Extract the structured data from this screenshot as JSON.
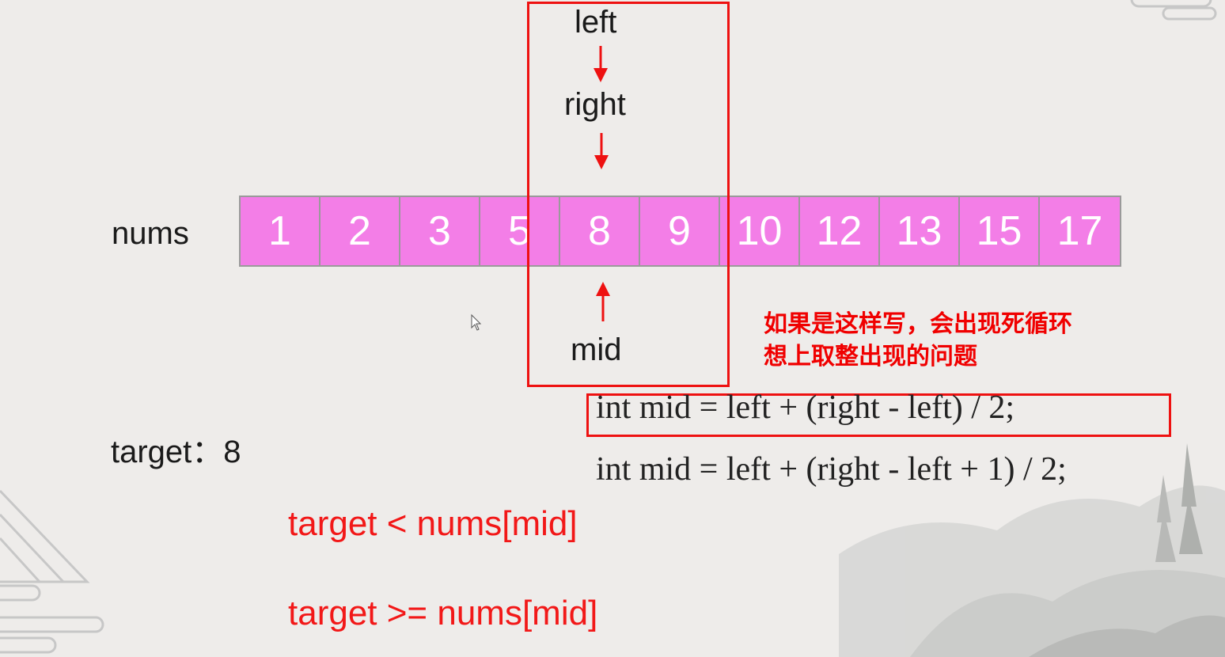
{
  "array": {
    "label": "nums",
    "values": [
      "1",
      "2",
      "3",
      "5",
      "8",
      "9",
      "10",
      "12",
      "13",
      "15",
      "17"
    ]
  },
  "pointers": {
    "left": "left",
    "right": "right",
    "mid": "mid"
  },
  "target_label": "target：8",
  "note": {
    "line1": "如果是这样写，会出现死循环",
    "line2": "想上取整出现的问题"
  },
  "code": {
    "line1": "int mid = left + (right - left) / 2;",
    "line2": "int mid = left + (right - left + 1) / 2;"
  },
  "conditions": {
    "less": "target < nums[mid]",
    "greater_equal": "target >= nums[mid]"
  },
  "colors": {
    "cell_fill": "#f37ee7",
    "cell_border": "#9a9a9a",
    "accent_red": "#ee1111"
  }
}
